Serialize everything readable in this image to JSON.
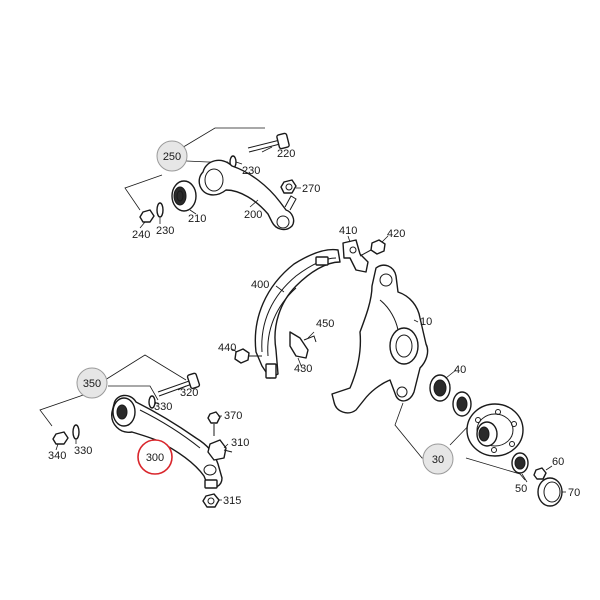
{
  "diagram": {
    "highlight_color": "#d9262c",
    "highlighted_part": "300",
    "group_callouts": [
      {
        "key": "g250",
        "label": "250"
      },
      {
        "key": "g350",
        "label": "350"
      },
      {
        "key": "g30",
        "label": "30"
      }
    ],
    "part_labels": {
      "p220": "220",
      "p230a": "230",
      "p270": "270",
      "p200": "200",
      "p210": "210",
      "p230b": "230",
      "p240": "240",
      "p410": "410",
      "p420": "420",
      "p400": "400",
      "p450": "450",
      "p440": "440",
      "p430": "430",
      "p10": "10",
      "p40": "40",
      "p320": "320",
      "p330a": "330",
      "p370": "370",
      "p310": "310",
      "p340": "340",
      "p330b": "330",
      "p300": "300",
      "p315": "315",
      "p60": "60",
      "p50": "50",
      "p70": "70"
    }
  }
}
